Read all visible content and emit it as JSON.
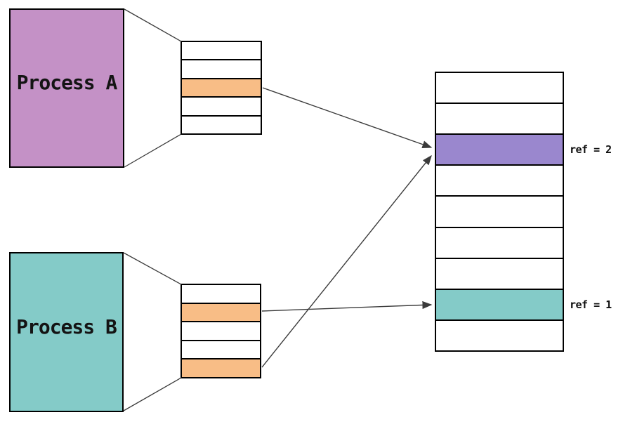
{
  "diagram": {
    "process_a": {
      "label": "Process A"
    },
    "process_b": {
      "label": "Process B"
    },
    "page_table_a": {
      "rows": [
        "white",
        "white",
        "page_entry_fill",
        "white",
        "white"
      ]
    },
    "page_table_b": {
      "rows": [
        "white",
        "page_entry_fill",
        "white",
        "white",
        "page_entry_fill"
      ]
    },
    "physical_memory": {
      "rows": [
        "white",
        "white",
        "shared_frame_fill",
        "white",
        "white",
        "white",
        "white",
        "private_frame_fill",
        "white"
      ]
    },
    "annotations": {
      "shared_frame_ref": "ref = 2",
      "private_frame_ref": "ref = 1"
    },
    "arrows": [
      {
        "from": "page-table-a-row-3",
        "to": "physical-memory-row-3"
      },
      {
        "from": "page-table-b-row-5",
        "to": "physical-memory-row-3"
      },
      {
        "from": "page-table-b-row-2",
        "to": "physical-memory-row-8"
      }
    ],
    "colors": {
      "background": "#ffffff",
      "border": "#000000",
      "connector": "#3b3b3b",
      "process_a_fill": "#c491c6",
      "process_b_fill": "#84cbc8",
      "page_entry_fill": "#f8bd86",
      "shared_frame_fill": "#9a87ce",
      "private_frame_fill": "#84cbc8",
      "white": "#ffffff"
    }
  }
}
